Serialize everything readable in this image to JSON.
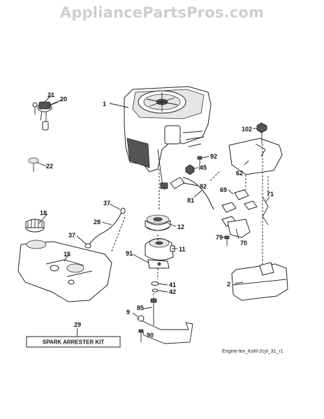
{
  "watermark": "AppliancePartsPros.com",
  "drawing_ref": "Engine-lex_Kohl-2cyl_31_r1",
  "kit_label": "SPARK ARRESTER KIT",
  "callouts": {
    "c1": "1",
    "c2": "2",
    "c9": "9",
    "c11": "11",
    "c12": "12",
    "c15": "15",
    "c18": "18",
    "c20": "20",
    "c21": "21",
    "c22": "22",
    "c28": "28",
    "c29": "29",
    "c37a": "37",
    "c37b": "37",
    "c41": "41",
    "c42": "42",
    "c45": "45",
    "c62": "62",
    "c69": "69",
    "c70": "70",
    "c71": "71",
    "c79": "79",
    "c81": "81",
    "c82": "82",
    "c85": "85",
    "c90": "90",
    "c91": "91",
    "c92": "92",
    "c102": "102"
  }
}
